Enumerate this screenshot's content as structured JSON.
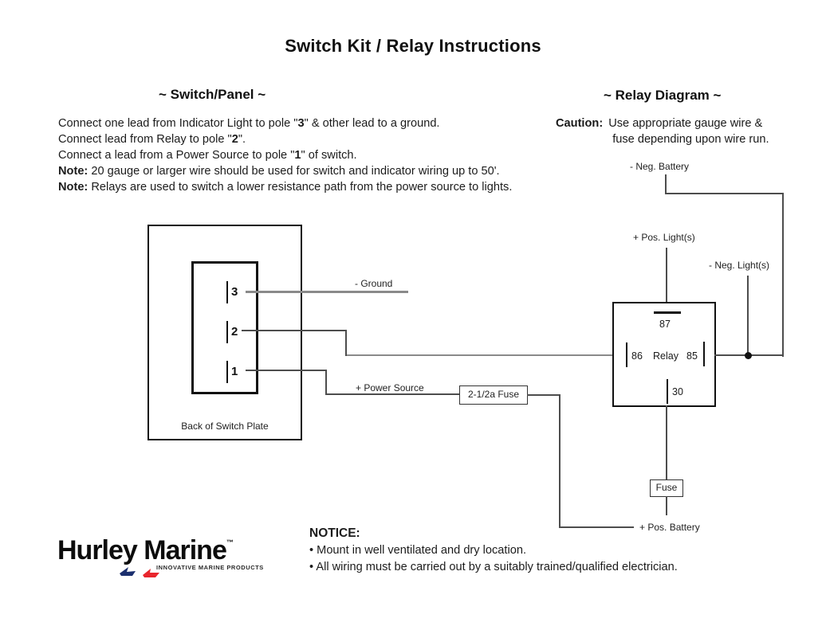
{
  "title": "Switch Kit / Relay Instructions",
  "switch_panel": {
    "heading": "~ Switch/Panel ~",
    "lines": [
      {
        "pre": "Connect one lead from Indicator Light to pole \"",
        "bold": "3",
        "post": "\" & other lead to a ground."
      },
      {
        "pre": "Connect lead from Relay to pole \"",
        "bold": "2",
        "post": "\"."
      },
      {
        "pre": "Connect a lead from a Power Source to pole \"",
        "bold": "1",
        "post": "\" of switch."
      },
      {
        "pre": "",
        "bold": "Note:",
        "post": " 20 gauge or larger wire should be used for switch and indicator wiring up to 50'."
      },
      {
        "pre": "",
        "bold": "Note:",
        "post": " Relays are used to switch a lower resistance path from the power source to lights."
      }
    ]
  },
  "relay_diagram": {
    "heading": "~ Relay Diagram ~",
    "caution_label": "Caution:",
    "caution_line1": "Use appropriate gauge wire &",
    "caution_line2": "fuse depending upon wire run."
  },
  "switch_diagram": {
    "poles": [
      "3",
      "2",
      "1"
    ],
    "plate_label": "Back of Switch Plate",
    "ground_label": "- Ground",
    "power_source_label": "+ Power Source",
    "inline_fuse_label": "2-1/2a Fuse"
  },
  "relay": {
    "pin_top": "87",
    "pin_left": "86",
    "name": "Relay",
    "pin_right": "85",
    "pin_bottom": "30"
  },
  "labels": {
    "neg_battery": "- Neg. Battery",
    "pos_lights": "+ Pos. Light(s)",
    "neg_lights": "- Neg. Light(s)",
    "pos_battery": "+ Pos. Battery",
    "fuse": "Fuse"
  },
  "notice": {
    "heading": "NOTICE:",
    "items": [
      "• Mount in well ventilated and dry location.",
      "• All wiring must be carried out by a suitably trained/qualified electrician."
    ]
  },
  "logo": {
    "name": "Hurley Marine",
    "tm": "™",
    "tagline": "INNOVATIVE MARINE PRODUCTS",
    "navy_color": "#1b2f6e",
    "red_color": "#e8262d"
  },
  "colors": {
    "wire_dark": "#4d4d4d",
    "wire_gray": "#8a8a8a",
    "box_black": "#111111"
  }
}
